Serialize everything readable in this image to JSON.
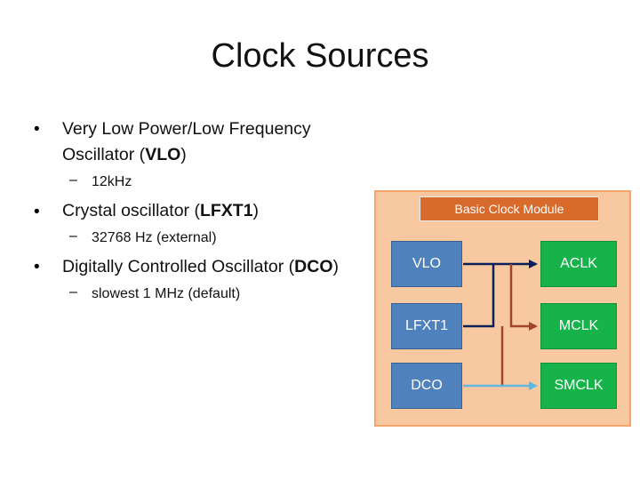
{
  "title": "Clock Sources",
  "bullets": [
    {
      "pre": "Very Low Power/Low Frequency",
      "line2_pre": "Oscillator (",
      "bold": "VLO",
      "post": ")",
      "sub": "12kHz"
    },
    {
      "pre": "Crystal oscillator (",
      "bold": "LFXT1",
      "post": ")",
      "sub": "32768 Hz (external)"
    },
    {
      "pre": "Digitally Controlled Oscillator (",
      "bold": "DCO",
      "post": ")",
      "sub": "slowest 1 MHz (default)"
    }
  ],
  "bullet_glyph": "•",
  "dash_glyph": "–",
  "module": {
    "label": "Basic Clock Module",
    "sources": [
      "VLO",
      "LFXT1",
      "DCO"
    ],
    "outputs": [
      "ACLK",
      "MCLK",
      "SMCLK"
    ]
  },
  "colors": {
    "module_bg": "#f8c9a0",
    "module_label_bg": "#d86a2c",
    "source_box": "#4f81bd",
    "output_box": "#16b24a",
    "wire_vlo": "#0a1f5c",
    "wire_lfxt1": "#a0442a",
    "wire_dco": "#5fb8e0"
  }
}
